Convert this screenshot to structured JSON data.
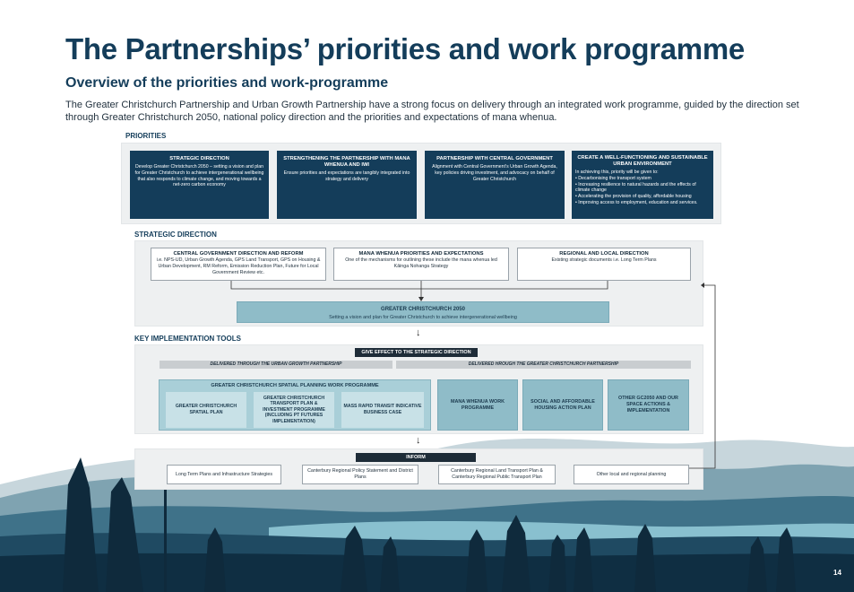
{
  "header": {
    "title": "The Partnerships’ priorities and work programme",
    "subtitle": "Overview of the priorities and work-programme",
    "intro": "The Greater Christchurch Partnership and Urban Growth Partnership have a strong focus on delivery through an integrated work programme, guided by the direction set through Greater Christchurch 2050, national policy direction and the priorities and expectations of mana whenua."
  },
  "priorities": {
    "label": "PRIORITIES",
    "boxes": [
      {
        "title": "STRATEGIC DIRECTION",
        "desc": "Develop Greater Christchurch 2050 – setting a vision and plan for Greater Christchurch to achieve intergenerational wellbeing that also responds to climate change, and moving towards a net-zero carbon economy"
      },
      {
        "title": "STRENGTHENING THE PARTNERSHIP WITH MANA WHENUA AND IWI",
        "desc": "Ensure priorities and expectations are tangibly integrated into strategy and delivery"
      },
      {
        "title": "PARTNERSHIP WITH CENTRAL GOVERNMENT",
        "desc": "Alignment with Central Government’s Urban Growth Agenda, key policies driving investment, and advocacy on behalf of Greater Christchurch"
      },
      {
        "title": "CREATE A WELL-FUNCTIONING AND SUSTAINABLE URBAN ENVIRONMENT",
        "desc": "In achieving this, priority will be given to:",
        "bullets": [
          "Decarbonising the transport system",
          "Increasing resilience to natural hazards and the effects of climate change",
          "Accelerating the provision of quality, affordable housing",
          "Improving access to employment, education and services."
        ]
      }
    ]
  },
  "strategic": {
    "label": "STRATEGIC DIRECTION",
    "boxes": [
      {
        "title": "CENTRAL GOVERNMENT DIRECTION AND REFORM",
        "desc": "i.e. NPS-UD, Urban Growth Agenda, GPS Land Transport, GPS on Housing & Urban Development, RM Reform, Emission Reduction Plan, Future for Local Government Review etc."
      },
      {
        "title": "MANA WHENUA PRIORITIES AND EXPECTATIONS",
        "desc": "One of the mechanisms for outlining these include the mana whenua led Kāinga Nohanga Strategy"
      },
      {
        "title": "REGIONAL AND LOCAL DIRECTION",
        "desc": "Existing strategic documents i.e. Long Term Plans"
      }
    ],
    "gc2050": {
      "title": "GREATER CHRISTCHURCH 2050",
      "desc": "Setting a vision and plan for Greater Christchurch to achieve intergenerational wellbeing"
    }
  },
  "tools": {
    "label": "KEY IMPLEMENTATION TOOLS",
    "give_effect": "GIVE EFFECT TO THE STRATEGIC DIRECTION",
    "delivered_ugp": "DELIVERED THROUGH THE URBAN GROWTH PARTNERSHIP",
    "delivered_gcp": "DELIVERED HROUGH THE GREATER CHRISTCHURCH PARTNERSHIP",
    "spatial_group": "GREATER CHRISTCHURCH SPATIAL PLANNING WORK PROGRAMME",
    "spatial_items": [
      "GREATER CHRISTCHURCH SPATIAL PLAN",
      "GREATER CHRISTCHURCH TRANSPORT PLAN & INVESTMENT PROGRAMME (INCLUDING PT FUTURES IMPLEMENTATION)",
      "MASS RAPID TRANSIT INDICATIVE BUSINESS CASE"
    ],
    "other_items": [
      "MANA WHENUA WORK PROGRAMME",
      "SOCIAL AND AFFORDABLE HOUSING ACTION PLAN",
      "OTHER GC2050 AND OUR SPACE ACTIONS & IMPLEMENTATION"
    ]
  },
  "inform": {
    "label": "INFORM",
    "items": [
      "Long Term Plans and Infrastructure Strategies",
      "Canterbury Regional Policy Statement and District Plans",
      "Canterbury Regional Land Transport Plan & Canterbury Regional Public Transport Plan",
      "Other local and regional planning"
    ]
  },
  "footer": {
    "page_number": "14"
  },
  "colors": {
    "navy": "#143d5a",
    "teal": "#8fbcc8",
    "panel": "#eef0f1"
  }
}
